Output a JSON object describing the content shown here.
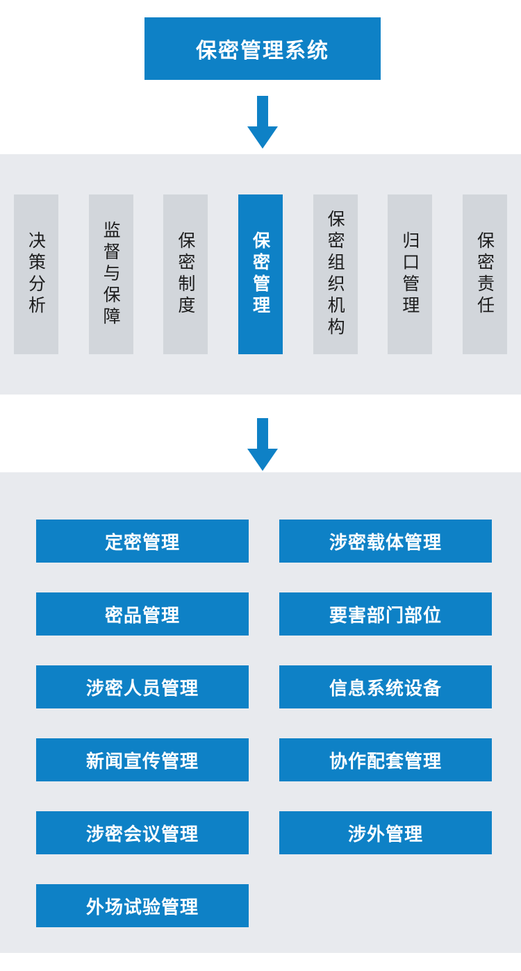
{
  "colors": {
    "accent_blue": "#0e81c6",
    "band_gray": "#e8eaee",
    "pillar_gray": "#d2d6db",
    "text_dark": "#1c1c1c",
    "text_light": "#ffffff"
  },
  "header": {
    "title": "保密管理系统"
  },
  "pillars": {
    "active_index": 3,
    "items": [
      {
        "label": "决策分析"
      },
      {
        "label": "监督与保障"
      },
      {
        "label": "保密制度"
      },
      {
        "label": "保密管理"
      },
      {
        "label": "保密组织机构"
      },
      {
        "label": "归口管理"
      },
      {
        "label": "保密责任"
      }
    ]
  },
  "modules": {
    "left": [
      {
        "label": "定密管理"
      },
      {
        "label": "密品管理"
      },
      {
        "label": "涉密人员管理"
      },
      {
        "label": "新闻宣传管理"
      },
      {
        "label": "涉密会议管理"
      },
      {
        "label": "外场试验管理"
      }
    ],
    "right": [
      {
        "label": "涉密载体管理"
      },
      {
        "label": "要害部门部位"
      },
      {
        "label": "信息系统设备"
      },
      {
        "label": "协作配套管理"
      },
      {
        "label": "涉外管理"
      }
    ]
  }
}
